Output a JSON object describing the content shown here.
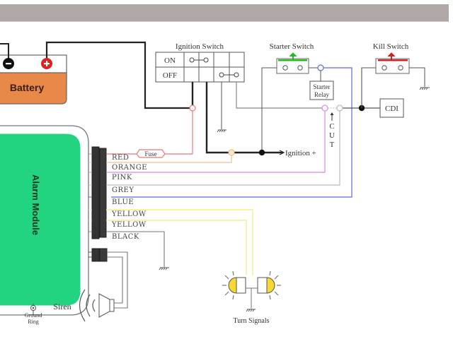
{
  "diagram": {
    "components": {
      "battery": {
        "label": "Battery",
        "negative_symbol": "−",
        "positive_symbol": "+"
      },
      "ignition_switch": {
        "title": "Ignition Switch",
        "rows": [
          "ON",
          "OFF"
        ]
      },
      "starter_switch": {
        "title": "Starter Switch"
      },
      "starter_relay": {
        "line1": "Starter",
        "line2": "Relay"
      },
      "kill_switch": {
        "title": "Kill Switch"
      },
      "cdi": {
        "label": "CDI"
      },
      "alarm_module": {
        "label": "Alarm Module"
      },
      "fuse": {
        "label": "Fuse"
      },
      "ignition_plus": {
        "label": "Ignition +"
      },
      "cut_marker": {
        "letters": [
          "C",
          "U",
          "T"
        ]
      },
      "siren": {
        "label": "Siren"
      },
      "ground_ring": {
        "line1": "Ground",
        "line2": "Ring"
      },
      "turn_signals": {
        "label": "Turn Signals"
      }
    },
    "wires": [
      {
        "label": "RED",
        "color": "#e8787a"
      },
      {
        "label": "ORANGE",
        "color": "#f0c090"
      },
      {
        "label": "PINK",
        "color": "#e088e0"
      },
      {
        "label": "GREY",
        "color": "#bbbbbb"
      },
      {
        "label": "BLUE",
        "color": "#6666dd"
      },
      {
        "label": "YELLOW",
        "color": "#f5ec9a"
      },
      {
        "label": "YELLOW",
        "color": "#f5ec9a"
      },
      {
        "label": "BLACK",
        "color": "#555555"
      }
    ],
    "colors": {
      "battery_fill": "#e8894a",
      "module_fill": "#22d47f",
      "starter_button": "#22bb22",
      "kill_button": "#cc2222",
      "lamp_fill": "#f5d930"
    }
  }
}
